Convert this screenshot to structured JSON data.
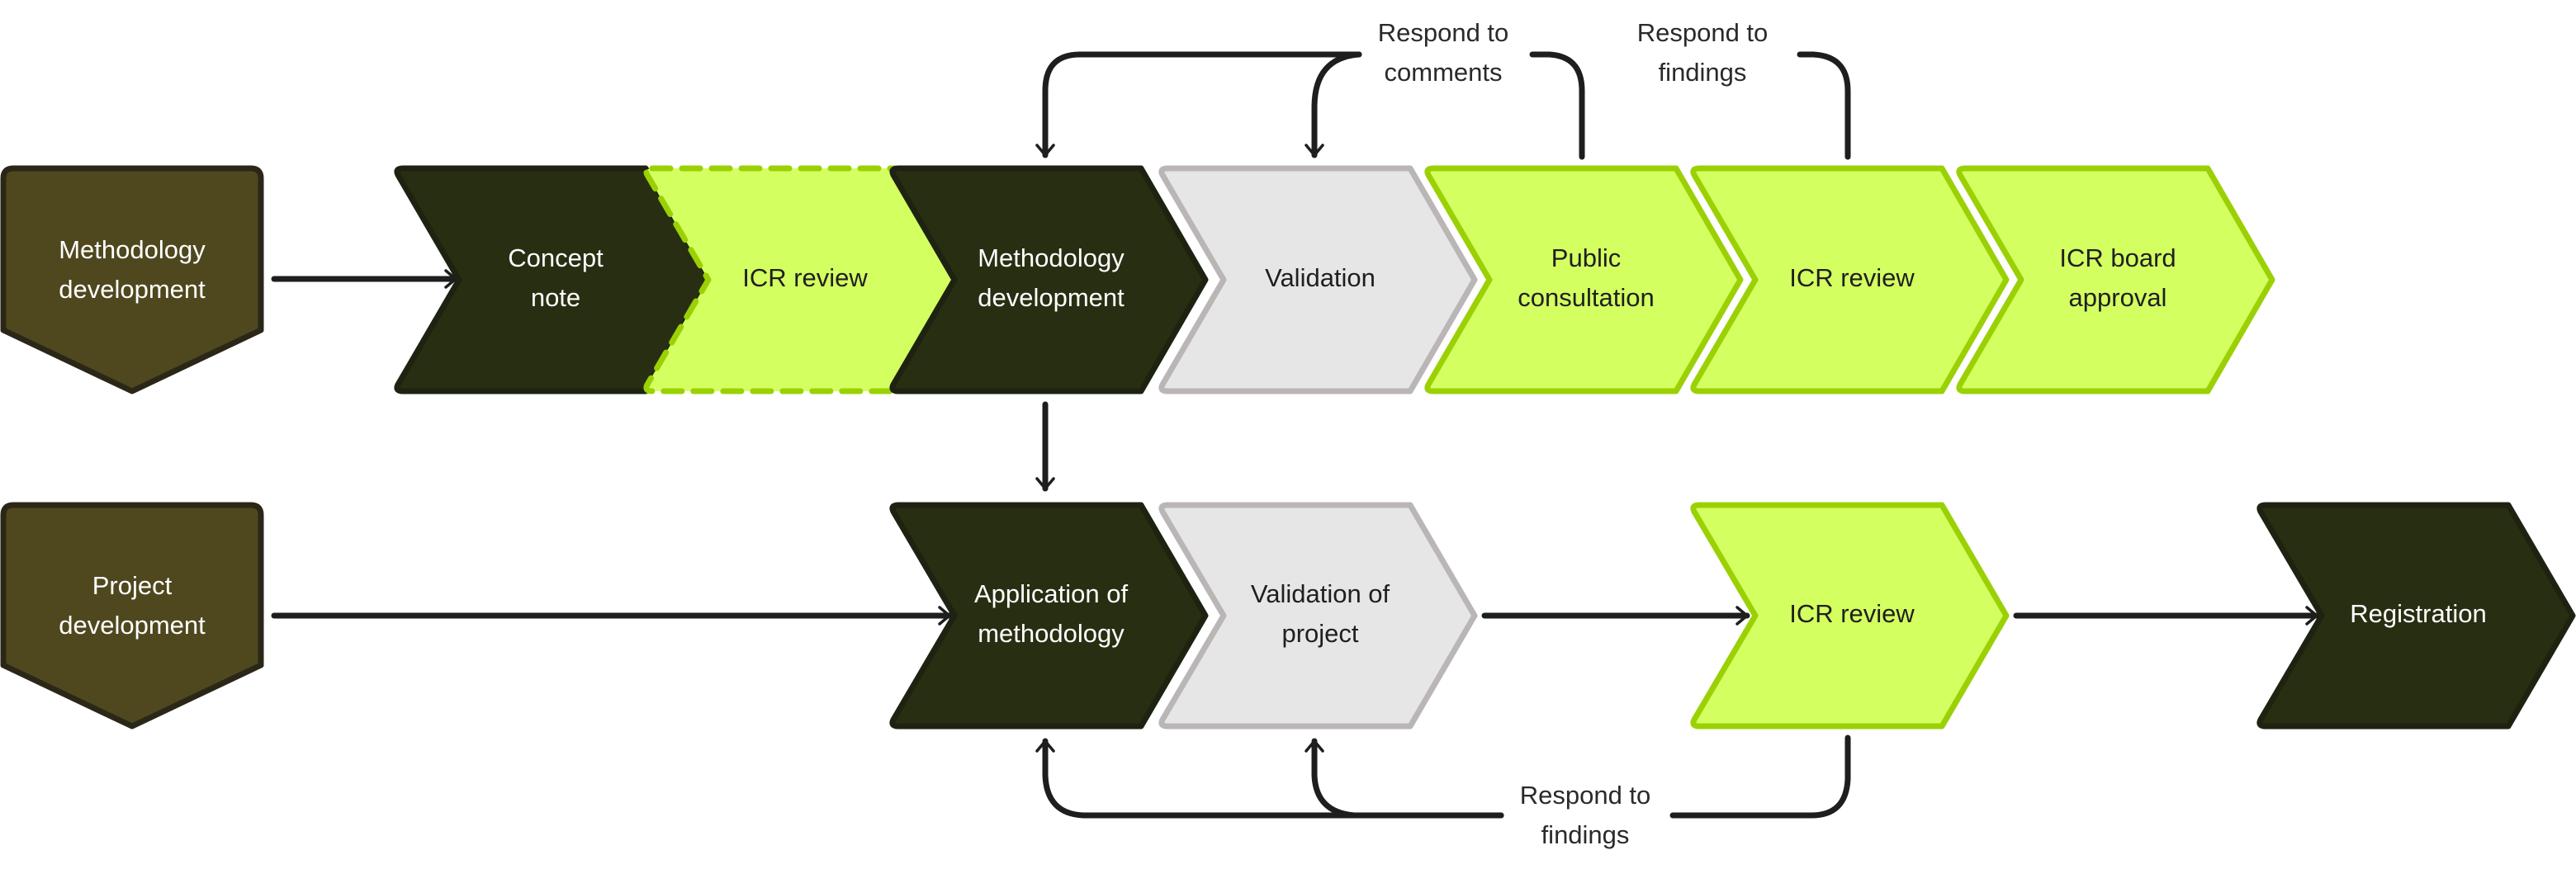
{
  "diagram": {
    "colors": {
      "phase_fill": "#4f481e",
      "phase_stroke": "#2b2718",
      "dark_fill": "#282e12",
      "dark_stroke": "#1e2210",
      "grey_fill": "#e6e6e6",
      "grey_stroke": "#bab6b5",
      "lime_fill": "#d4ff61",
      "lime_stroke": "#9bd104",
      "edge": "#1e1e1e"
    },
    "lanes": [
      {
        "id": "methodology",
        "phase_label": [
          "Methodology",
          "development"
        ],
        "steps": [
          {
            "id": "concept-note",
            "label": [
              "Concept",
              "note"
            ],
            "style": "dark"
          },
          {
            "id": "icr-review-1",
            "label": [
              "ICR review"
            ],
            "style": "lime-dashed"
          },
          {
            "id": "methodology-development",
            "label": [
              "Methodology",
              "development"
            ],
            "style": "dark"
          },
          {
            "id": "validation",
            "label": [
              "Validation"
            ],
            "style": "grey"
          },
          {
            "id": "public-consultation",
            "label": [
              "Public",
              "consultation"
            ],
            "style": "lime"
          },
          {
            "id": "icr-review-2",
            "label": [
              "ICR review"
            ],
            "style": "lime"
          },
          {
            "id": "icr-board-approval",
            "label": [
              "ICR board",
              "approval"
            ],
            "style": "lime"
          }
        ]
      },
      {
        "id": "project",
        "phase_label": [
          "Project",
          "development"
        ],
        "steps": [
          {
            "id": "application-of-methodology",
            "label": [
              "Application of",
              "methodology"
            ],
            "style": "dark"
          },
          {
            "id": "validation-of-project",
            "label": [
              "Validation of",
              "project"
            ],
            "style": "grey"
          },
          {
            "id": "icr-review-3",
            "label": [
              "ICR review"
            ],
            "style": "lime"
          },
          {
            "id": "registration",
            "label": [
              "Registration"
            ],
            "style": "dark"
          }
        ]
      }
    ],
    "edges": [
      {
        "from": "methodology-phase",
        "to": "concept-note",
        "label": []
      },
      {
        "from": "methodology-development",
        "to": "application-of-methodology",
        "label": []
      },
      {
        "from": "project-phase",
        "to": "application-of-methodology",
        "label": []
      },
      {
        "from": "validation-of-project",
        "to": "icr-review-3",
        "label": []
      },
      {
        "from": "icr-review-3",
        "to": "registration",
        "label": []
      },
      {
        "from": "public-consultation",
        "to": [
          "methodology-development",
          "validation"
        ],
        "label": [
          "Respond to",
          "comments"
        ]
      },
      {
        "from": "icr-review-2",
        "to": [
          "methodology-development",
          "validation"
        ],
        "label": [
          "Respond to",
          "findings"
        ]
      },
      {
        "from": "icr-review-3",
        "to": [
          "application-of-methodology",
          "validation-of-project"
        ],
        "label": [
          "Respond to",
          "findings"
        ]
      }
    ]
  }
}
